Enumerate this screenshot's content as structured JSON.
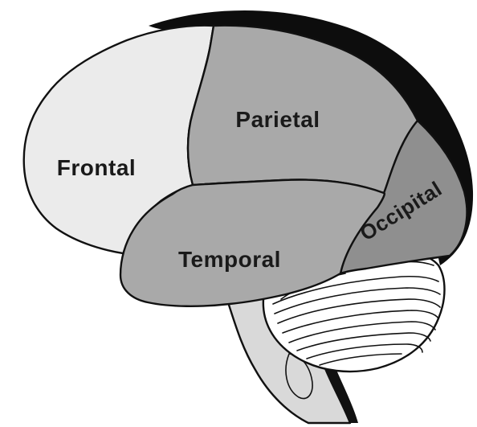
{
  "diagram": {
    "lobes": [
      {
        "id": "frontal",
        "label": "Frontal"
      },
      {
        "id": "parietal",
        "label": "Parietal"
      },
      {
        "id": "temporal",
        "label": "Temporal"
      },
      {
        "id": "occipital",
        "label": "Occipital"
      }
    ],
    "colors": {
      "frontal": "#ebebeb",
      "parietal": "#a9a9a9",
      "temporal": "#a9a9a9",
      "occipital": "#8f8f8f",
      "cerebellum": "#ffffff",
      "brainstem": "#d9d9d9",
      "outline": "#111111",
      "shadow": "#0d0d0d"
    }
  }
}
